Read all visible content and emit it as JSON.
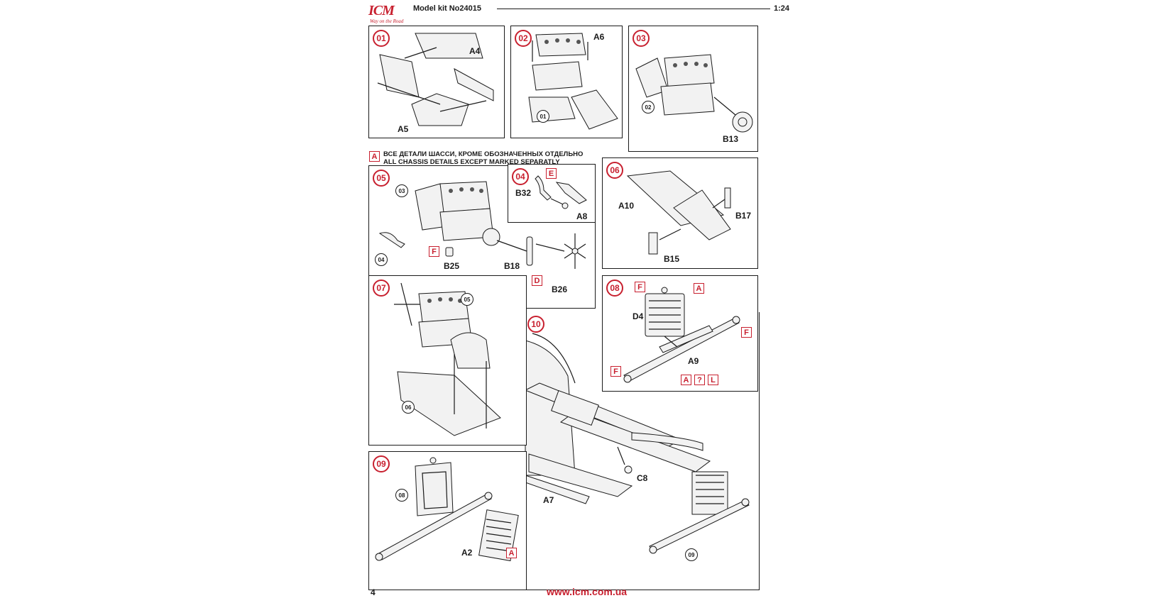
{
  "header": {
    "logo_text": "ICM",
    "logo_sub": "Way on the Road",
    "kit_label": "Model kit No24015",
    "scale": "1:24"
  },
  "note": {
    "badge": "A",
    "line_ru": "ВСЕ ДЕТАЛИ ШАССИ, КРОМЕ ОБОЗНАЧЕННЫХ ОТДЕЛЬНО",
    "line_en": "ALL CHASSIS DETAILS EXCEPT MARKED SEPARATLY"
  },
  "steps": {
    "s01": {
      "num": "01",
      "parts": [
        "A4",
        "A5"
      ]
    },
    "s02": {
      "num": "02",
      "parts": [
        "A6"
      ],
      "ref": "01"
    },
    "s03": {
      "num": "03",
      "parts": [
        "B13"
      ],
      "ref": "02"
    },
    "s04": {
      "num": "04",
      "parts": [
        "B32",
        "A8"
      ],
      "sprue": "E"
    },
    "s05": {
      "num": "05",
      "parts": [
        "B25",
        "B18",
        "B26"
      ],
      "refs": [
        "03",
        "04"
      ],
      "sprues": [
        "F",
        "D"
      ]
    },
    "s06": {
      "num": "06",
      "parts": [
        "A10",
        "B17",
        "B15"
      ]
    },
    "s07": {
      "num": "07",
      "refs": [
        "05",
        "06"
      ]
    },
    "s08": {
      "num": "08",
      "parts": [
        "D4",
        "A9"
      ],
      "sprues": [
        "F",
        "A",
        "F",
        "F",
        "A",
        "?",
        "L"
      ]
    },
    "s09": {
      "num": "09",
      "parts": [
        "A2"
      ],
      "ref": "08",
      "sprue": "A"
    },
    "s10": {
      "num": "10",
      "parts": [
        "C8",
        "A7"
      ],
      "ref": "09"
    }
  },
  "footer": {
    "page": "4",
    "url": "www.icm.com.ua"
  },
  "colors": {
    "accent": "#c8202f",
    "ink": "#1a1a1a"
  }
}
